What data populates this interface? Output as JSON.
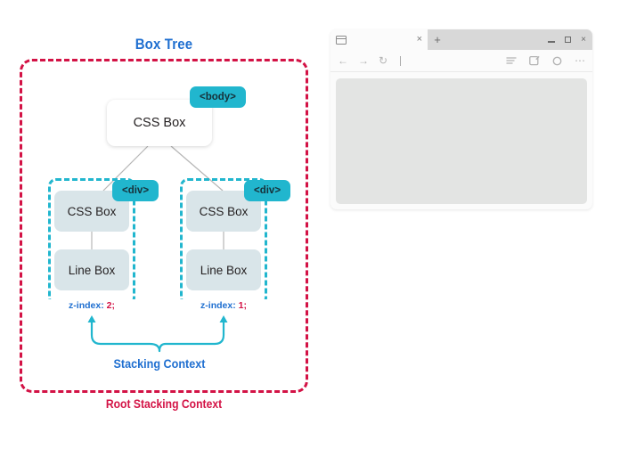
{
  "diagram": {
    "title": "Box Tree",
    "root_context_label": "Root Stacking Context",
    "stacking_context_label": "Stacking Context",
    "root_node": {
      "label": "CSS Box",
      "tag": "<body>"
    },
    "branches": [
      {
        "tag": "<div>",
        "css_box_label": "CSS Box",
        "line_box_label": "Line Box",
        "zindex_prop": "z-index: ",
        "zindex_value": "2",
        "zindex_semi": ";"
      },
      {
        "tag": "<div>",
        "css_box_label": "CSS Box",
        "line_box_label": "Line Box",
        "zindex_prop": "z-index: ",
        "zindex_value": "1",
        "zindex_semi": ";"
      }
    ],
    "colors": {
      "root_context_border": "#d31245",
      "stacking_context_border": "#21b6ce",
      "tag_badge_bg": "#21b6ce",
      "title_blue": "#1f6fd0",
      "child_box_bg": "#d9e5e9",
      "connector_line": "#b0b0b0"
    }
  },
  "browser": {
    "tab": {
      "title": "",
      "page_icon": "page-icon",
      "close_label": "×"
    },
    "new_tab_label": "+",
    "window_controls": {
      "minimize": "–",
      "maximize": "□",
      "close": "×"
    },
    "toolbar": {
      "back_label": "←",
      "forward_label": "→",
      "reload_label": "↻",
      "address_value": "",
      "address_placeholder": "",
      "reading_view_label": "reading-view-icon",
      "notes_label": "notes-icon",
      "favorites_label": "○",
      "more_label": "⋯"
    },
    "viewport_content": ""
  }
}
